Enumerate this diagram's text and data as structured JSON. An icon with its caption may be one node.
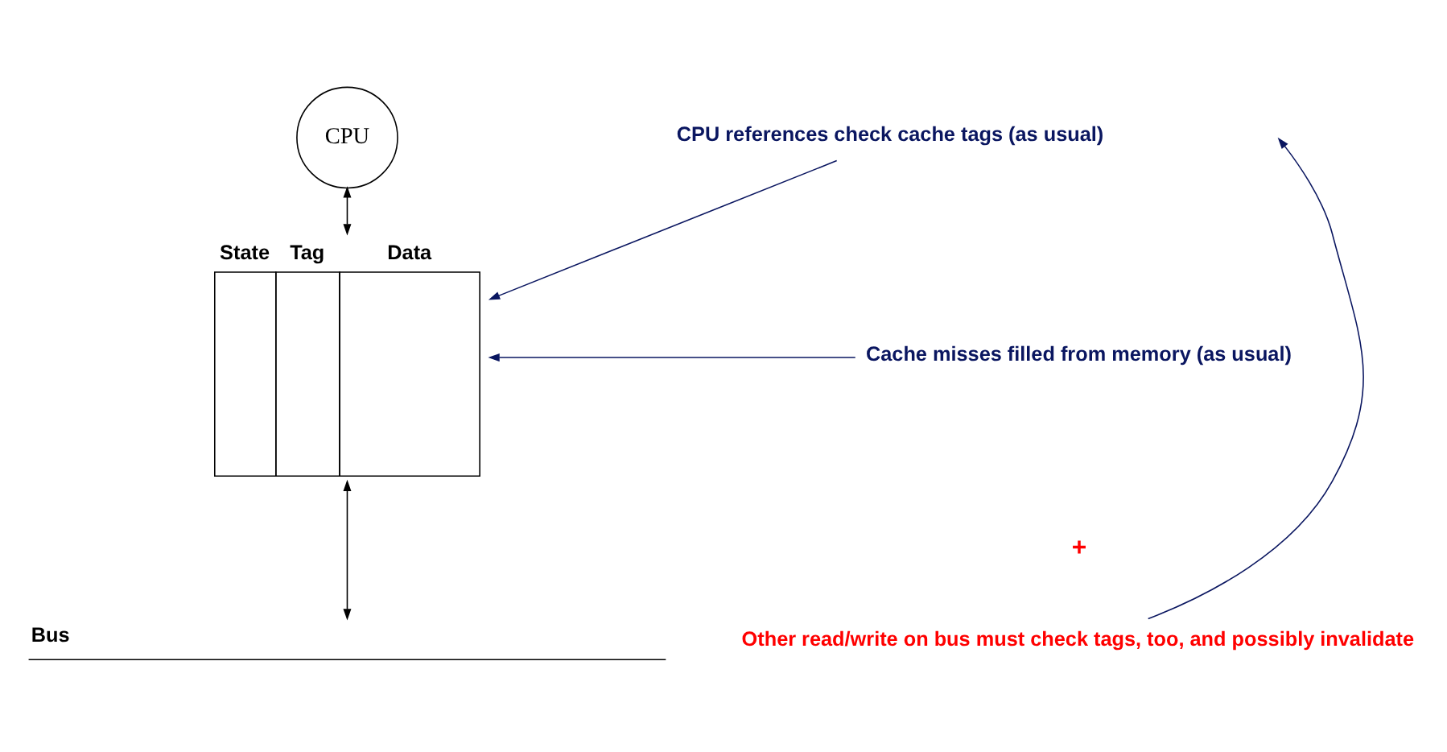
{
  "diagram": {
    "nodes": [
      {
        "text": [
          "CPU"
        ]
      },
      {
        "text": [
          "State",
          "Tag",
          "Data"
        ]
      },
      {
        "text": [
          "Bus"
        ]
      },
      {
        "text": [
          "CPU references check cache tags (as usual)"
        ]
      },
      {
        "text": [
          "Cache misses filled from memory (as usual)"
        ]
      },
      {
        "text": [
          "Other read/write on bus must check tags, too, and possibly invalidate"
        ]
      }
    ],
    "edges": [
      {
        "from": 0,
        "to": 1,
        "arrow": "both",
        "color": "#000000"
      },
      {
        "from": 1,
        "to": 2,
        "arrow": "both",
        "color": "#000000"
      },
      {
        "from": 3,
        "to": 1,
        "arrow": "to"
      },
      {
        "from": 4,
        "to": 1,
        "arrow": "to"
      },
      {
        "from": 5,
        "to": null,
        "arrow": "to"
      }
    ],
    "labels": [
      "+"
    ]
  }
}
